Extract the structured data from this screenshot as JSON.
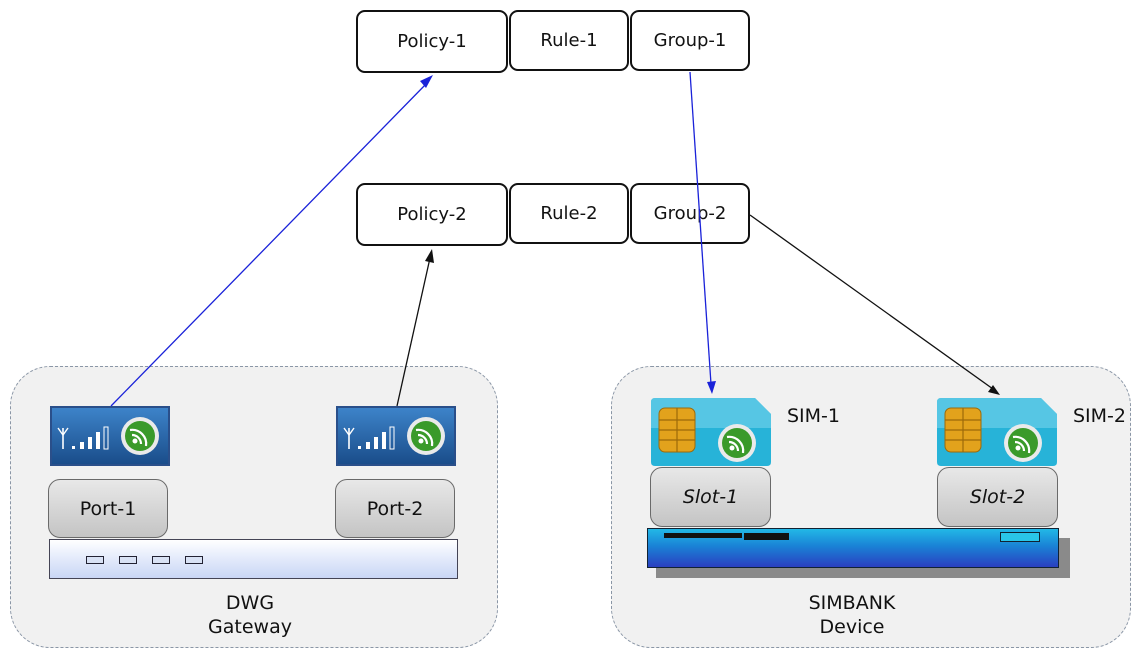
{
  "rows": [
    {
      "policy": "Policy-1",
      "rule": "Rule-1",
      "group": "Group-1"
    },
    {
      "policy": "Policy-2",
      "rule": "Rule-2",
      "group": "Group-2"
    }
  ],
  "gateway": {
    "label_line1": "DWG",
    "label_line2": "Gateway",
    "ports": [
      "Port-1",
      "Port-2"
    ]
  },
  "simbank": {
    "label_line1": "SIMBANK",
    "label_line2": "Device",
    "sims": [
      "SIM-1",
      "SIM-2"
    ],
    "slots": [
      "Slot-1",
      "Slot-2"
    ]
  },
  "colors": {
    "policy1_link": "#1a22d9",
    "policy2_link": "#111111",
    "modem_blue": "#1a4d8a",
    "sim_teal": "#27b3d8",
    "sim_chip": "#e2a21c",
    "wifi_green": "#3a9a2a"
  },
  "icons": [
    "signal-bars-icon",
    "wifi-badge-icon",
    "sim-chip-icon"
  ]
}
